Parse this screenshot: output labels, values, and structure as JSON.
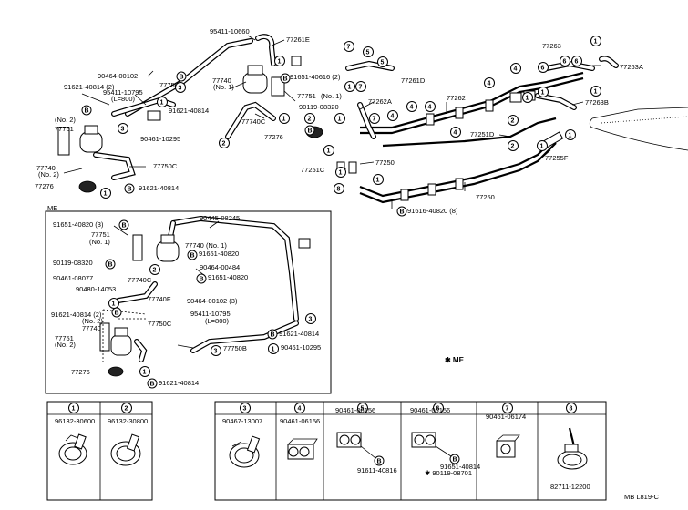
{
  "labels": {
    "p95411_10660": "95411-10660",
    "p77261E": "77261E",
    "p90464_00102": "90464-00102",
    "p77750B": "77750B",
    "p91621_40814_2": "91621-40814 (2)",
    "p95411_10795": "95411-10795",
    "pL800": "(L=800)",
    "p77740_no1": "77740",
    "no1": "(No. 1)",
    "p91651_40616": "91651-40616 (2)",
    "p77261D": "77261D",
    "p77751_no1": "77751",
    "no1b": "(No. 1)",
    "p91621_40814_a": "91621-40814",
    "p90461_10295": "90461-10295",
    "p77740C": "77740C",
    "p90119_08320": "90119-08320",
    "p77262A": "77262A",
    "p77276": "77276",
    "no2a": "(No. 2)",
    "p77751_no2": "77751",
    "p77740_no2": "77740",
    "no2b": "(No. 2)",
    "p77750C": "77750C",
    "p77276b": "77276",
    "p91621_40814_b": "91621-40814",
    "p77263": "77263",
    "p77263A": "77263A",
    "p77262": "77262",
    "p77263B": "77263B",
    "p77251D": "77251D",
    "p77255F": "77255F",
    "p77250": "77250",
    "p77251C": "77251C",
    "p77250b": "77250",
    "p91616_40820": "91616-40820 (8)",
    "me_label": "ME",
    "me_91651_40820_3": "91651-40820 (3)",
    "me_90445_08245": "90445-08245",
    "me_77751": "77751",
    "me_no1": "(No. 1)",
    "me_77740": "77740 (No. 1)",
    "me_91651_40820": "91651-40820",
    "me_90119_08320": "90119-08320",
    "me_90464_00484": "90464-00484",
    "me_90461_08077": "90461-08077",
    "me_77740C": "77740C",
    "me_91651_40820b": "91651-40820",
    "me_90480_14053": "90480-14053",
    "me_77740F": "77740F",
    "me_90464_00102": "90464-00102 (3)",
    "me_91621_40814_2": "91621-40814 (2)",
    "me_95411_10795": "95411-10795",
    "me_L800": "(L=800)",
    "me_no2": "(No. 2)",
    "me_77740b": "77740",
    "me_77750C": "77750C",
    "me_77751b": "77751",
    "me_no2b": "(No. 2)",
    "me_91621_40814": "91621-40814",
    "me_77750B": "77750B",
    "me_90461_10295": "90461-10295",
    "me_77276": "77276",
    "me_91621_40814b": "91621-40814",
    "star_me": "✱ ME",
    "footer_code": "MB  L819-C"
  },
  "legend": [
    {
      "num": "1",
      "part": "96132-30600"
    },
    {
      "num": "2",
      "part": "96132-30800"
    },
    {
      "num": "3",
      "part": "90467-13007"
    },
    {
      "num": "4",
      "part": "90461-06156"
    },
    {
      "num": "5",
      "part": "90461-06156",
      "sub1": "91611-40816"
    },
    {
      "num": "6",
      "part": "90461-06156",
      "sub1": "91651-40814",
      "sub2": "✱ 90119-08701"
    },
    {
      "num": "7",
      "part": "90461-06174"
    },
    {
      "num": "8",
      "part": "82711-12200"
    }
  ],
  "symbols": {
    "circle_b": "B"
  }
}
